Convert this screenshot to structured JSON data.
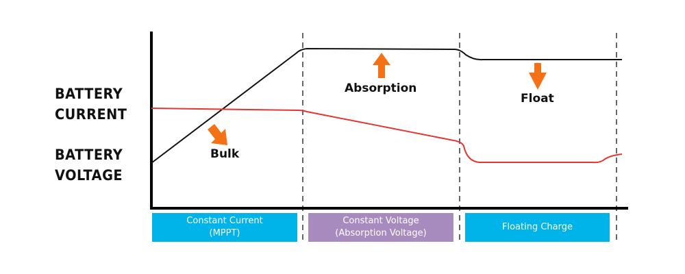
{
  "y_labels": {
    "current": [
      "BATTERY",
      "CURRENT"
    ],
    "voltage": [
      "BATTERY",
      "VOLTAGE"
    ]
  },
  "phases": [
    {
      "name": "Bulk",
      "arrow": "down-right"
    },
    {
      "name": "Absorption",
      "arrow": "up"
    },
    {
      "name": "Float",
      "arrow": "down"
    }
  ],
  "stages": [
    {
      "line1": "Constant Current",
      "line2": "(MPPT)",
      "color": "#00b4ea"
    },
    {
      "line1": "Constant Voltage",
      "line2": "(Absorption Voltage)",
      "color": "#a78bbf"
    },
    {
      "line1": "Floating Charge",
      "line2": "",
      "color": "#00b4ea"
    }
  ],
  "colors": {
    "voltage_line": "#111111",
    "current_line": "#e8332e",
    "arrow": "#f57116",
    "divider": "#666666",
    "axis": "#000000"
  }
}
